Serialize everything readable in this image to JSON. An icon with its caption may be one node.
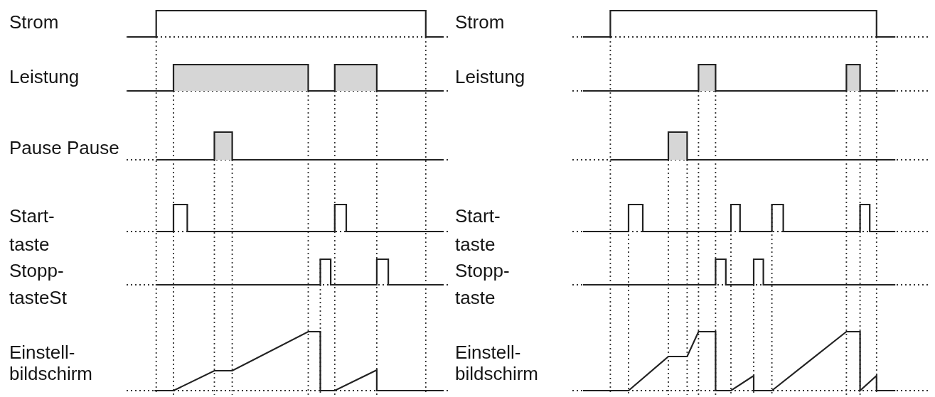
{
  "diagram": {
    "labels": [
      "Strom",
      "Strom",
      "Leistung",
      "Leistung",
      "Pause Pause",
      "Start- taste",
      "Start- taste",
      "Stopp- tasteSt",
      "Stopp- taste",
      "Einstell- bildschirm",
      "Einstell- bildschirm"
    ]
  }
}
